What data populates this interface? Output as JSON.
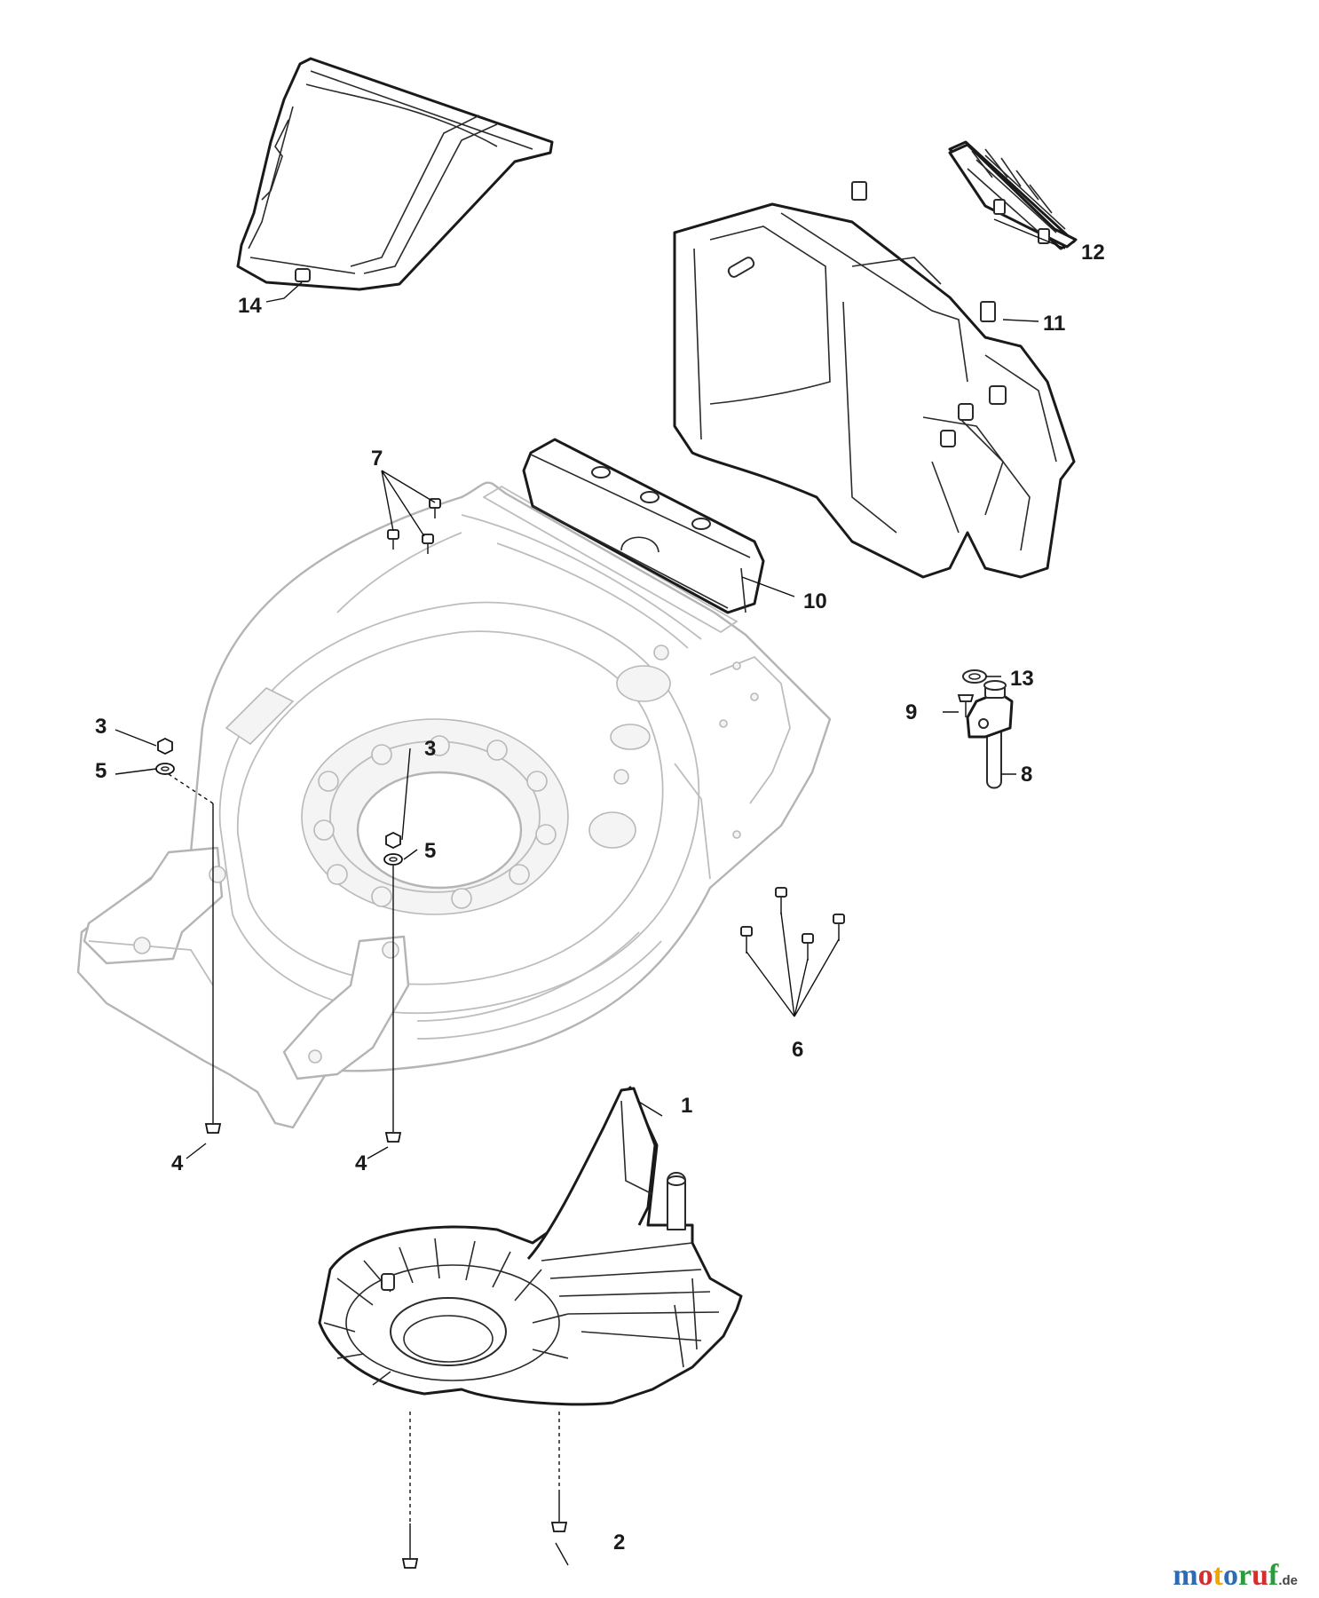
{
  "callouts": {
    "p1": "1",
    "p2": "2",
    "p3a": "3",
    "p3b": "3",
    "p4a": "4",
    "p4b": "4",
    "p5a": "5",
    "p5b": "5",
    "p6": "6",
    "p7": "7",
    "p8": "8",
    "p9": "9",
    "p10": "10",
    "p11": "11",
    "p12": "12",
    "p13": "13",
    "p14": "14"
  },
  "watermark": {
    "m": "m",
    "o1": "o",
    "t": "t",
    "o2": "o",
    "r": "r",
    "u": "u",
    "f": "f",
    "tld": ".de",
    "colors": [
      "#2d6bb5",
      "#d32f2f",
      "#f2a500",
      "#2d6bb5",
      "#2e9a3e",
      "#d32f2f",
      "#2e9a3e"
    ]
  }
}
